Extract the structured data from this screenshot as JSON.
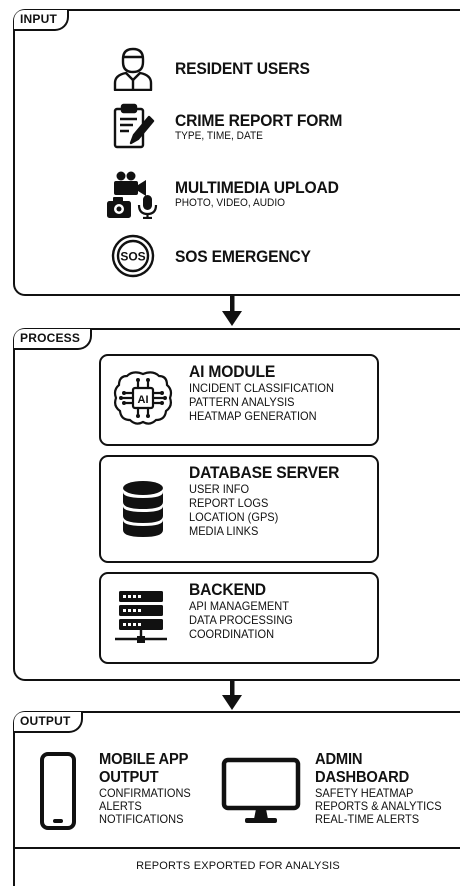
{
  "input": {
    "label": "INPUT",
    "items": [
      {
        "icon": "user-icon",
        "title": "RESIDENT USERS",
        "subtitle": ""
      },
      {
        "icon": "clipboard-pen-icon",
        "title": "CRIME REPORT FORM",
        "subtitle": "TYPE, TIME, DATE"
      },
      {
        "icon": "multimedia-icon",
        "title": "MULTIMEDIA UPLOAD",
        "subtitle": "PHOTO, VIDEO, AUDIO"
      },
      {
        "icon": "sos-icon",
        "title": "SOS EMERGENCY",
        "subtitle": ""
      }
    ]
  },
  "process": {
    "label": "PROCESS",
    "boxes": [
      {
        "icon": "ai-brain-icon",
        "title": "AI MODULE",
        "lines": [
          "INCIDENT CLASSIFICATION",
          "PATTERN ANALYSIS",
          "HEATMAP GENERATION"
        ]
      },
      {
        "icon": "database-icon",
        "title": "DATABASE SERVER",
        "lines": [
          "USER INFO",
          "REPORT LOGS",
          "LOCATION (GPS)",
          "MEDIA LINKS"
        ]
      },
      {
        "icon": "server-rack-icon",
        "title": "BACKEND",
        "lines": [
          "API MANAGEMENT",
          "DATA PROCESSING",
          "COORDINATION"
        ]
      }
    ]
  },
  "output": {
    "label": "OUTPUT",
    "mobile": {
      "title_1": "MOBILE APP",
      "title_2": "OUTPUT",
      "lines": [
        "CONFIRMATIONS",
        "ALERTS",
        "NOTIFICATIONS"
      ]
    },
    "admin": {
      "title_1": "ADMIN",
      "title_2": "DASHBOARD",
      "lines": [
        "SAFETY HEATMAP",
        "REPORTS & ANALYTICS",
        "REAL-TIME ALERTS"
      ]
    },
    "footer": "REPORTS EXPORTED FOR ANALYSIS"
  }
}
